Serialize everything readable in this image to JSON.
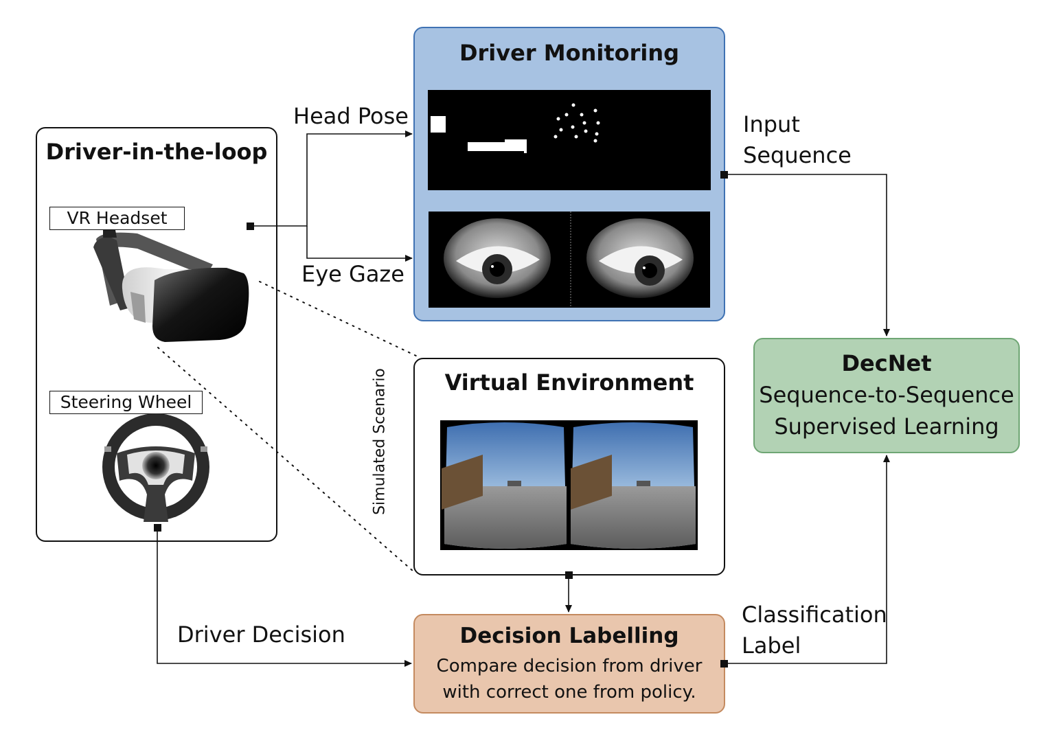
{
  "driver_loop": {
    "title": "Driver-in-the-loop",
    "vr_headset_label": "VR Headset",
    "steering_wheel_label": "Steering Wheel"
  },
  "driver_monitoring": {
    "title": "Driver Monitoring"
  },
  "virtual_environment": {
    "title": "Virtual Environment"
  },
  "decnet": {
    "title": "DecNet",
    "line1": "Sequence-to-Sequence",
    "line2": "Supervised Learning"
  },
  "decision_labelling": {
    "title": "Decision Labelling",
    "line1": "Compare decision from driver",
    "line2": "with correct one from policy."
  },
  "edges": {
    "head_pose": "Head Pose",
    "eye_gaze": "Eye Gaze",
    "input_sequence_1": "Input",
    "input_sequence_2": "Sequence",
    "simulated_scenario": "Simulated Scenario",
    "driver_decision": "Driver Decision",
    "classification_1": "Classification",
    "classification_2": "Label"
  },
  "colors": {
    "monitoring_fill": "#a7c2e2",
    "monitoring_border": "#3f72b3",
    "decnet_fill": "#b2d2b4",
    "decnet_border": "#6fa674",
    "labelling_fill": "#e9c6ad",
    "labelling_border": "#c48a5f"
  }
}
